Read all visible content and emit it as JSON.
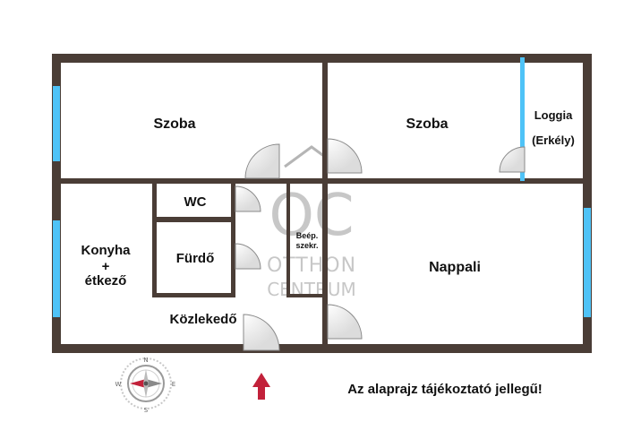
{
  "rooms": {
    "szoba_left": "Szoba",
    "szoba_right": "Szoba",
    "loggia": "Loggia",
    "loggia_sub": "(Erkély)",
    "wc": "WC",
    "furdo": "Fürdő",
    "konyha_line1": "Konyha",
    "konyha_line2": "+",
    "konyha_line3": "étkező",
    "beep_line1": "Beép.",
    "beep_line2": "szekr.",
    "nappali": "Nappali",
    "kozlekedo": "Közlekedő"
  },
  "watermark": {
    "logo": "OC",
    "line1": "OTTHON",
    "line2": "CENTRUM"
  },
  "compass": {
    "n": "N",
    "e": "E",
    "s": "S",
    "w": "W"
  },
  "entrance_arrow": "arrow-up-icon",
  "disclaimer": "Az alaprajz tájékoztató jellegű!",
  "colors": {
    "wall": "#4a3d36",
    "window": "#4fc3f7",
    "door_arc": "#8a8a8a",
    "arrow": "#c2213a"
  }
}
